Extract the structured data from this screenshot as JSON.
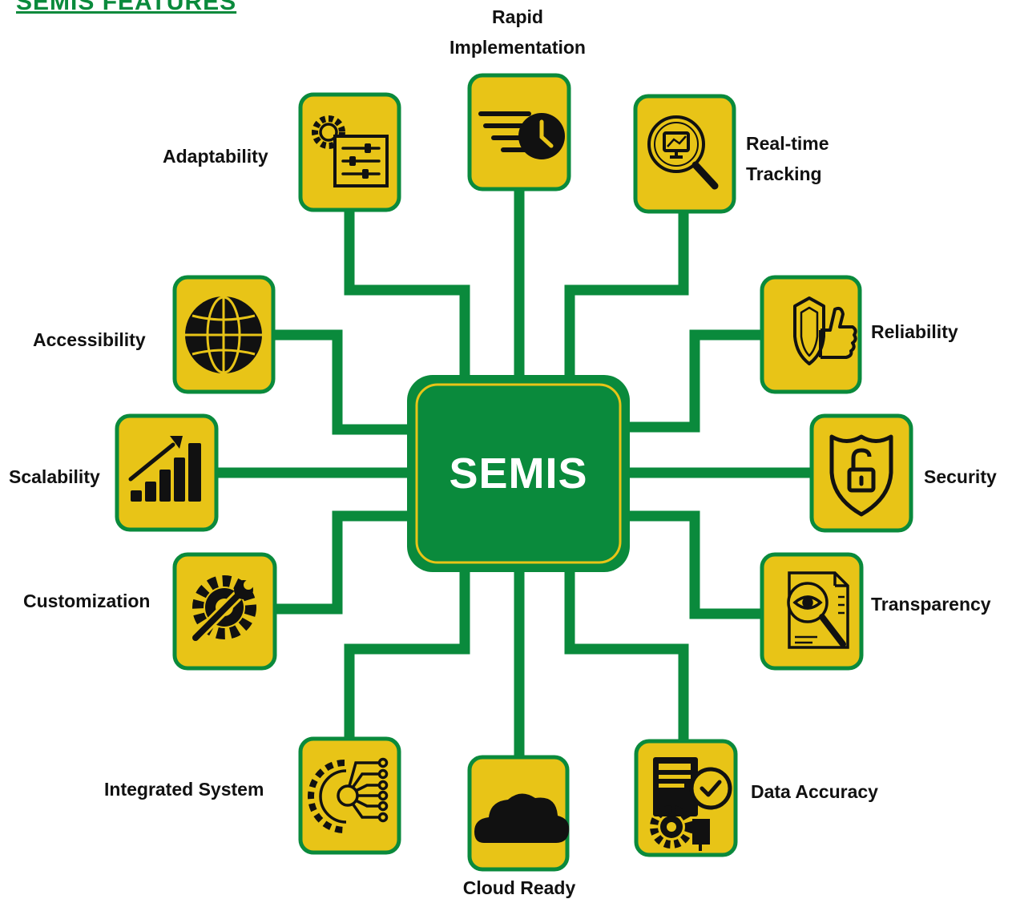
{
  "title": "SEMIS FEATURES",
  "hub_label": "SEMIS",
  "colors": {
    "green": "#0a8a3c",
    "yellow": "#e8c417",
    "ink": "#111111"
  },
  "features": [
    {
      "id": "rapid-implementation",
      "label": "Rapid\nImplementation",
      "icon": "fast-clock-icon"
    },
    {
      "id": "real-time-tracking",
      "label": "Real-time\nTracking",
      "icon": "magnifier-chart-icon"
    },
    {
      "id": "reliability",
      "label": "Reliability",
      "icon": "shield-thumbs-up-icon"
    },
    {
      "id": "security",
      "label": "Security",
      "icon": "shield-unlock-icon"
    },
    {
      "id": "transparency",
      "label": "Transparency",
      "icon": "document-eye-icon"
    },
    {
      "id": "data-accuracy",
      "label": "Data Accuracy",
      "icon": "report-check-gear-icon"
    },
    {
      "id": "cloud-ready",
      "label": "Cloud Ready",
      "icon": "cloud-icon"
    },
    {
      "id": "integrated-system",
      "label": "Integrated System",
      "icon": "gear-circuit-icon"
    },
    {
      "id": "customization",
      "label": "Customization",
      "icon": "gear-wrench-icon"
    },
    {
      "id": "scalability",
      "label": "Scalability",
      "icon": "growth-bars-icon"
    },
    {
      "id": "accessibility",
      "label": "Accessibility",
      "icon": "globe-icon"
    },
    {
      "id": "adaptability",
      "label": "Adaptability",
      "icon": "gear-sliders-icon"
    }
  ]
}
